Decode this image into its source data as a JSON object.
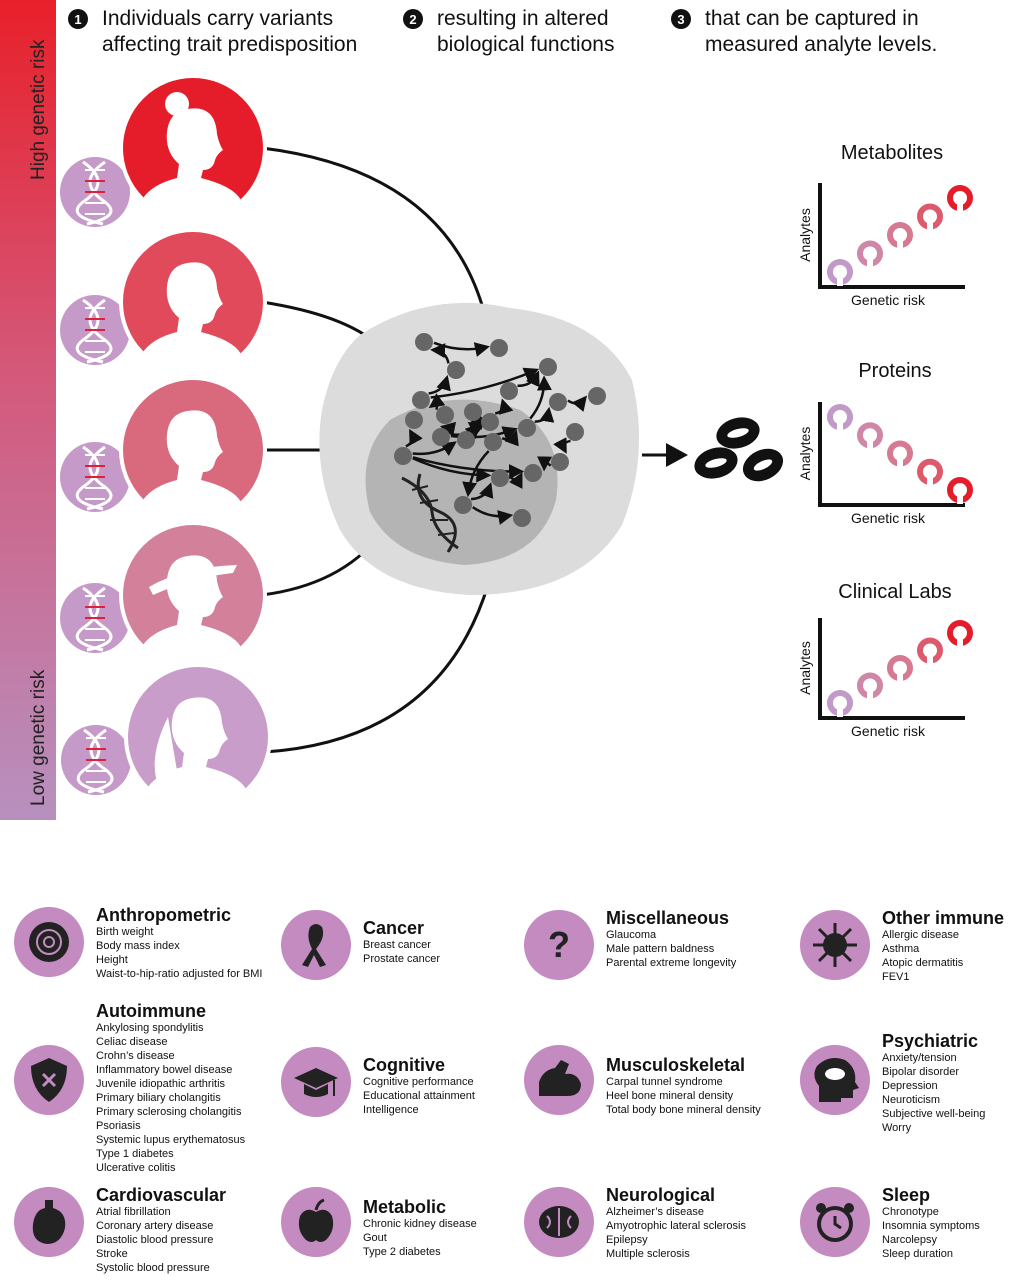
{
  "steps": [
    {
      "num": "1",
      "text": "Individuals carry variants\naffecting trait predisposition"
    },
    {
      "num": "2",
      "text": "resulting in altered\nbiological functions"
    },
    {
      "num": "3",
      "text": "that can be captured in\nmeasured analyte levels."
    }
  ],
  "risk": {
    "high": "High genetic risk",
    "low": "Low genetic risk"
  },
  "colors": {
    "high_risk": "#e8202a",
    "low_risk": "#b790bf",
    "person_circles": [
      "#e51d2a",
      "#e04a5a",
      "#d96a7e",
      "#d3809a",
      "#c99dca"
    ],
    "category_circle": "#c38bc0"
  },
  "plots": [
    {
      "title": "Metabolites",
      "xlabel": "Genetic risk",
      "ylabel": "Analytes",
      "trend": "increasing"
    },
    {
      "title": "Proteins",
      "xlabel": "Genetic risk",
      "ylabel": "Analytes",
      "trend": "decreasing"
    },
    {
      "title": "Clinical Labs",
      "xlabel": "Genetic risk",
      "ylabel": "Analytes",
      "trend": "increasing"
    }
  ],
  "categories": [
    {
      "title": "Anthropometric",
      "icon": "tape-measure-icon",
      "items": [
        "Birth weight",
        "Body mass index",
        "Height",
        "Waist-to-hip-ratio adjusted for BMI"
      ]
    },
    {
      "title": "Cancer",
      "icon": "ribbon-icon",
      "items": [
        "Breast cancer",
        "Prostate cancer"
      ]
    },
    {
      "title": "Miscellaneous",
      "icon": "question-mark-icon",
      "items": [
        "Glaucoma",
        "Male pattern baldness",
        "Parental extreme longevity"
      ]
    },
    {
      "title": "Other immune",
      "icon": "virus-icon",
      "items": [
        "Allergic disease",
        "Asthma",
        "Atopic dermatitis",
        "FEV1"
      ]
    },
    {
      "title": "Autoimmune",
      "icon": "shield-x-icon",
      "items": [
        "Ankylosing spondylitis",
        "Celiac disease",
        "Crohn’s disease",
        "Inflammatory bowel disease",
        "Juvenile idiopathic arthritis",
        "Primary biliary cholangitis",
        "Primary sclerosing cholangitis",
        "Psoriasis",
        "Systemic lupus erythematosus",
        "Type 1 diabetes",
        "Ulcerative colitis"
      ]
    },
    {
      "title": "Cognitive",
      "icon": "graduation-cap-icon",
      "items": [
        "Cognitive performance",
        "Educational attainment",
        "Intelligence"
      ]
    },
    {
      "title": "Musculoskeletal",
      "icon": "flexed-arm-icon",
      "items": [
        "Carpal tunnel syndrome",
        "Heel bone mineral density",
        "Total body bone mineral density"
      ]
    },
    {
      "title": "Psychiatric",
      "icon": "head-storm-icon",
      "items": [
        "Anxiety/tension",
        "Bipolar disorder",
        "Depression",
        "Neuroticism",
        "Subjective well-being",
        "Worry"
      ]
    },
    {
      "title": "Cardiovascular",
      "icon": "heart-icon",
      "items": [
        "Atrial fibrillation",
        "Coronary artery disease",
        "Diastolic blood pressure",
        "Stroke",
        "Systolic blood pressure"
      ]
    },
    {
      "title": "Metabolic",
      "icon": "apple-icon",
      "items": [
        "Chronic kidney disease",
        "Gout",
        "Type 2 diabetes"
      ]
    },
    {
      "title": "Neurological",
      "icon": "brain-icon",
      "items": [
        "Alzheimer’s disease",
        "Amyotrophic lateral sclerosis",
        "Epilepsy",
        "Multiple sclerosis"
      ]
    },
    {
      "title": "Sleep",
      "icon": "alarm-clock-icon",
      "items": [
        "Chronotype",
        "Insomnia symptoms",
        "Narcolepsy",
        "Sleep duration"
      ]
    }
  ]
}
